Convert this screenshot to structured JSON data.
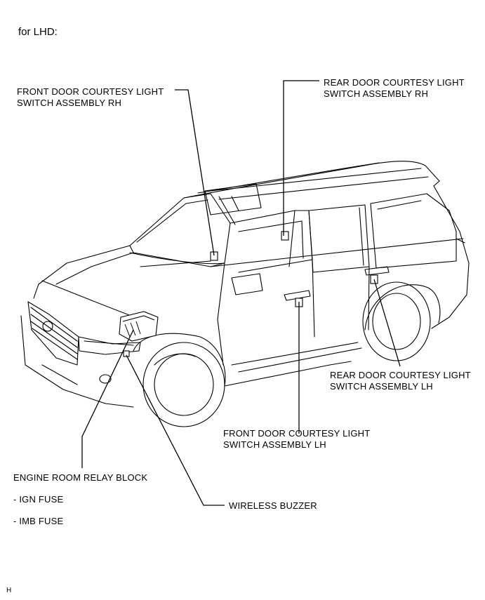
{
  "title": "for LHD:",
  "labels": {
    "front_rh": [
      "FRONT DOOR COURTESY LIGHT",
      "SWITCH ASSEMBLY RH"
    ],
    "rear_rh": [
      "REAR DOOR COURTESY LIGHT",
      "SWITCH ASSEMBLY RH"
    ],
    "rear_lh": [
      "REAR DOOR COURTESY LIGHT",
      "SWITCH ASSEMBLY LH"
    ],
    "front_lh": [
      "FRONT DOOR COURTESY LIGHT",
      "SWITCH ASSEMBLY LH"
    ],
    "relay_block": "ENGINE ROOM RELAY BLOCK",
    "ign_fuse": "- IGN FUSE",
    "imb_fuse": "- IMB FUSE",
    "wireless_buzzer": "WIRELESS BUZZER"
  },
  "corner_mark": "H"
}
